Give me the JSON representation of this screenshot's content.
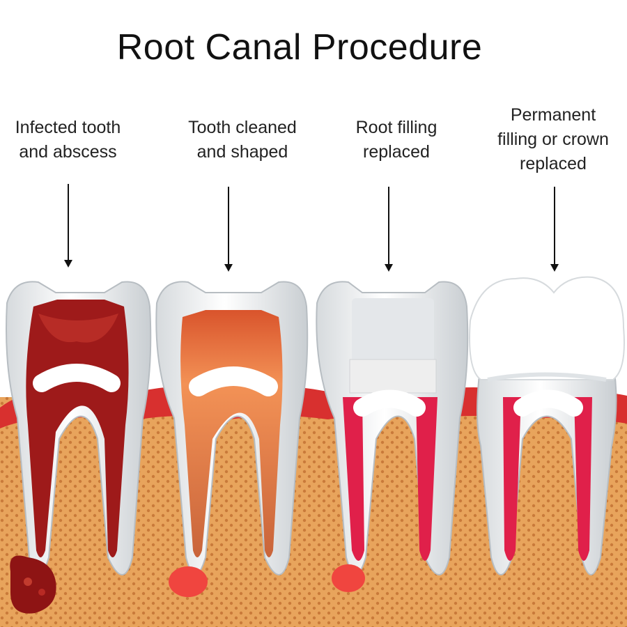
{
  "title": "Root Canal Procedure",
  "steps": [
    {
      "lines": [
        "Infected tooth",
        "and abscess"
      ]
    },
    {
      "lines": [
        "Tooth cleaned",
        "and shaped"
      ]
    },
    {
      "lines": [
        "Root filling",
        "replaced"
      ]
    },
    {
      "lines": [
        "Permanent",
        "filling or crown",
        "replaced"
      ]
    }
  ],
  "colors": {
    "bone": "#e8a45c",
    "bone_dots": "#c97a3a",
    "gum": "#d8302f",
    "enamel": "#f2f4f5",
    "infected": "#9e1a1a",
    "cleaned": "#f08a4a",
    "root_filling": "#e0204a",
    "crown": "#ffffff"
  }
}
